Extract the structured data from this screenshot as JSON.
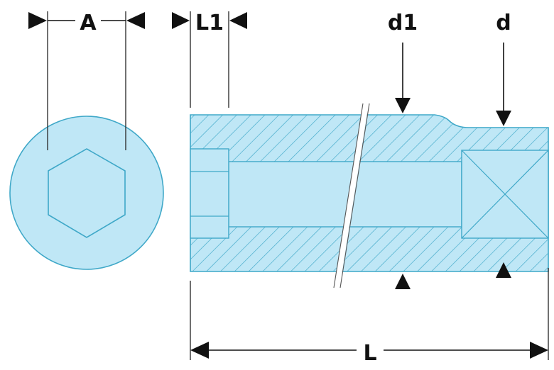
{
  "colors": {
    "part_fill": "#bfe7f6",
    "part_stroke": "#3fa8c8",
    "hatch": "#3fa8c8",
    "line": "#111111"
  },
  "labels": {
    "a": "A",
    "l1": "L1",
    "d1": "d1",
    "d": "d",
    "l": "L"
  }
}
